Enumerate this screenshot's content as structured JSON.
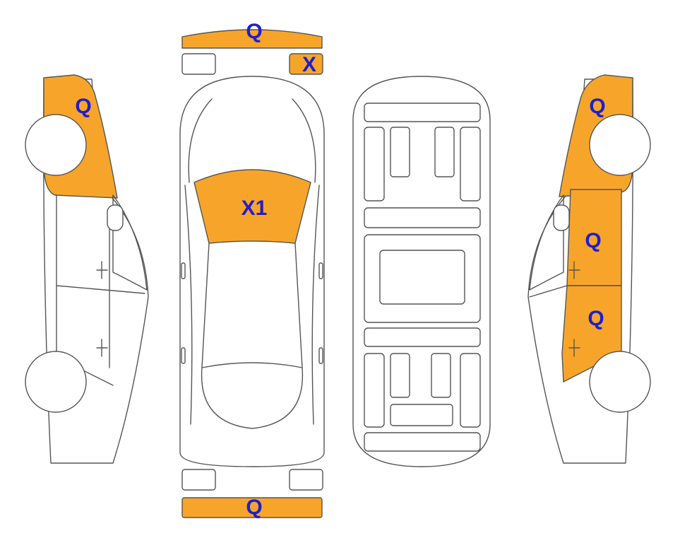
{
  "colors": {
    "highlight": "#F7A52A",
    "marker": "#1F1FCC",
    "outline": "#555555"
  },
  "marks": {
    "front_bumper": "Q",
    "front_right_light": "X",
    "windshield": "X1",
    "rear_bumper": "Q",
    "left_front_fender": "Q",
    "right_front_fender": "Q",
    "right_front_door": "Q",
    "right_rear_door": "Q"
  }
}
